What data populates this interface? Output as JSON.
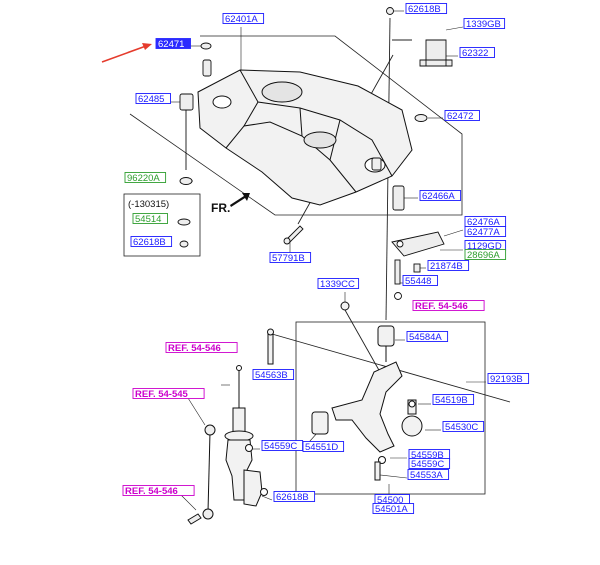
{
  "diagram": {
    "label_style": {
      "blue": "#1a1aff",
      "green": "#2e9e2e",
      "magenta": "#cc00cc",
      "highlight": "#2b2bff"
    },
    "annotation": {
      "fr_label": "FR.",
      "kit_note": "(-130315)"
    },
    "labels": [
      {
        "id": "62401A",
        "text": "62401A",
        "style": "blue"
      },
      {
        "id": "62471",
        "text": "62471",
        "style": "highlight"
      },
      {
        "id": "62485",
        "text": "62485",
        "style": "blue"
      },
      {
        "id": "62618B-top",
        "text": "62618B",
        "style": "blue"
      },
      {
        "id": "1339GB",
        "text": "1339GB",
        "style": "blue"
      },
      {
        "id": "62322",
        "text": "62322",
        "style": "blue"
      },
      {
        "id": "62472",
        "text": "62472",
        "style": "blue"
      },
      {
        "id": "96220A",
        "text": "96220A",
        "style": "green"
      },
      {
        "id": "62466A",
        "text": "62466A",
        "style": "blue"
      },
      {
        "id": "54514",
        "text": "54514",
        "style": "green"
      },
      {
        "id": "62618B-kit",
        "text": "62618B",
        "style": "blue"
      },
      {
        "id": "62476A",
        "text": "62476A",
        "style": "blue"
      },
      {
        "id": "62477A",
        "text": "62477A",
        "style": "blue"
      },
      {
        "id": "1129GD",
        "text": "1129GD",
        "style": "blue"
      },
      {
        "id": "28696A",
        "text": "28696A",
        "style": "green"
      },
      {
        "id": "57791B",
        "text": "57791B",
        "style": "blue"
      },
      {
        "id": "21874B",
        "text": "21874B",
        "style": "blue"
      },
      {
        "id": "55448",
        "text": "55448",
        "style": "blue"
      },
      {
        "id": "1339CC",
        "text": "1339CC",
        "style": "blue"
      },
      {
        "id": "ref-54-546-a",
        "text": "REF. 54-546",
        "style": "magenta"
      },
      {
        "id": "54584A",
        "text": "54584A",
        "style": "blue"
      },
      {
        "id": "ref-54-546-b",
        "text": "REF. 54-546",
        "style": "magenta"
      },
      {
        "id": "54563B",
        "text": "54563B",
        "style": "blue"
      },
      {
        "id": "92193B",
        "text": "92193B",
        "style": "blue"
      },
      {
        "id": "ref-54-545",
        "text": "REF. 54-545",
        "style": "magenta"
      },
      {
        "id": "54519B",
        "text": "54519B",
        "style": "blue"
      },
      {
        "id": "54530C",
        "text": "54530C",
        "style": "blue"
      },
      {
        "id": "54559C-left",
        "text": "54559C",
        "style": "blue"
      },
      {
        "id": "54551D",
        "text": "54551D",
        "style": "blue"
      },
      {
        "id": "54559B",
        "text": "54559B",
        "style": "blue"
      },
      {
        "id": "54559C-right",
        "text": "54559C",
        "style": "blue"
      },
      {
        "id": "54553A",
        "text": "54553A",
        "style": "blue"
      },
      {
        "id": "ref-54-546-c",
        "text": "REF. 54-546",
        "style": "magenta"
      },
      {
        "id": "62618B-bottom",
        "text": "62618B",
        "style": "blue"
      },
      {
        "id": "54500",
        "text": "54500",
        "style": "blue"
      },
      {
        "id": "54501A",
        "text": "54501A",
        "style": "blue"
      }
    ]
  }
}
